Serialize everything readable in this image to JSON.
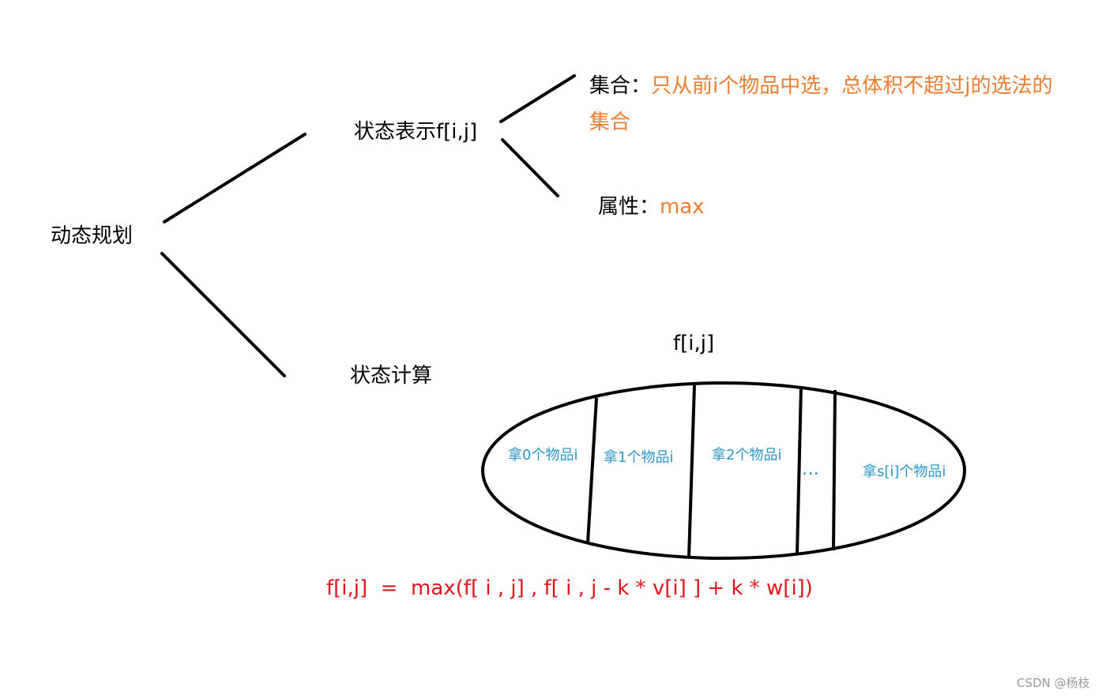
{
  "root": "动态规划",
  "branches": {
    "state_representation": {
      "label": "状态表示f[i,j]",
      "set": {
        "prefix": "集合：",
        "text_line1": "只从前i个物品中选，总体积不超过j的选法的",
        "text_line2": "集合"
      },
      "attribute": {
        "prefix": "属性：",
        "value": "max"
      }
    },
    "state_computation": {
      "label": "状态计算",
      "ellipse_title": "f[i,j]",
      "partitions": [
        "拿0个物品i",
        "拿1个物品i",
        "拿2个物品i",
        "…",
        "拿s[i]个物品i"
      ],
      "formula": "f[i,j]  =  max(f[ i , j] , f[ i , j - k * v[i] ] + k * w[i])"
    }
  },
  "watermark": "CSDN @杨枝",
  "colors": {
    "line": "#000000",
    "highlight": "#ed7d31",
    "partition_text": "#2a95c9",
    "formula": "#e0141e"
  }
}
